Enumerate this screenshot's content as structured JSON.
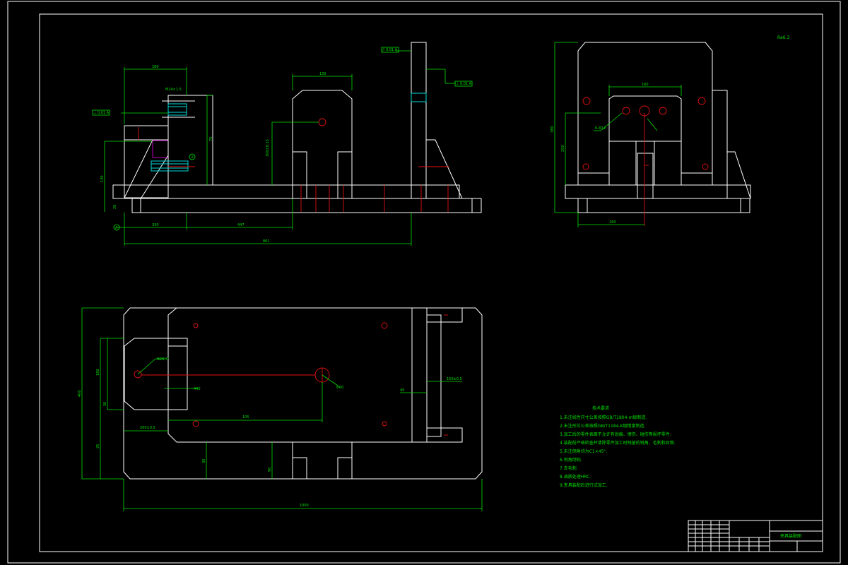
{
  "drawing": {
    "type": "CAD fixture assembly drawing",
    "background": "#000000",
    "colors": {
      "outline": "#ffffff",
      "dimension": "#00e000",
      "centerline": "#e01010",
      "hatch": "#c000c0",
      "thread": "#00d8d8"
    }
  },
  "front_view": {
    "dims": {
      "top_width": "180",
      "overall_length": "861",
      "left_seg": "330",
      "mid_seg": "447",
      "height_left": "130",
      "height_mid": "300±0.15",
      "width_block": "130",
      "height_small": "76",
      "thread": "M24×1.5",
      "base_h": "20"
    },
    "tolerance_frame_left": "⊥ 0.01 A",
    "tolerance_frame_right_top": "// 0.01 A",
    "tolerance_frame_right_mid": "⊥ 0.01 A",
    "balloon": "①",
    "datum": "A"
  },
  "side_view": {
    "dims": {
      "top": "160",
      "height": "380",
      "inner_h": "250",
      "bottom": "160"
    },
    "label_hole": "6-Φ12",
    "roughness": "Ra6.3"
  },
  "plan_view": {
    "dims": {
      "overall_length": "1000",
      "height_left": "400",
      "height_inner": "180",
      "dim_a": "30",
      "dim_b": "25",
      "dim_c": "200±0.5",
      "dim_d": "30",
      "dim_e": "105",
      "dim_f": "90",
      "dim_g": "150±0.5",
      "dim_h": "440",
      "dim_i": "45"
    },
    "label_hole": "Φ20H7",
    "label_center": "Φ60"
  },
  "tech_notes": {
    "title": "技术要求",
    "items": [
      "1.未注线性尺寸公差按照GB/T1804-m级制造.",
      "2.未注形位公差按照GB/T1184-K级精度制造.",
      "3.加工后的零件表面不允许有划痕、擦伤、碰伤等损坏零件.",
      "4.装配前严格检查并清除零件加工时残留的锐角、毛刺和异物.",
      "5.未注倒角均为C1×45°.",
      "6.锐角倒钝.",
      "7.去毛刺.",
      "8.调质处理HRC.",
      "9.夹具装配后进行试加工."
    ]
  },
  "title_block": {
    "drawing_name": "夹具装配图"
  }
}
